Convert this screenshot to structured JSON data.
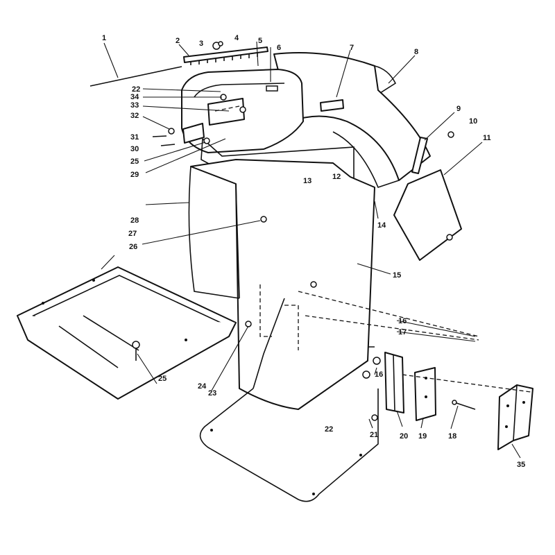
{
  "diagram": {
    "callouts": [
      {
        "id": "c1",
        "label": "1"
      },
      {
        "id": "c2",
        "label": "2"
      },
      {
        "id": "c3",
        "label": "3"
      },
      {
        "id": "c4",
        "label": "4"
      },
      {
        "id": "c5",
        "label": "5"
      },
      {
        "id": "c6",
        "label": "6"
      },
      {
        "id": "c7",
        "label": "7"
      },
      {
        "id": "c8",
        "label": "8"
      },
      {
        "id": "c9",
        "label": "9"
      },
      {
        "id": "c10",
        "label": "10"
      },
      {
        "id": "c11",
        "label": "11"
      },
      {
        "id": "c12",
        "label": "12"
      },
      {
        "id": "c13",
        "label": "13"
      },
      {
        "id": "c14",
        "label": "14"
      },
      {
        "id": "c15",
        "label": "15"
      },
      {
        "id": "c16a",
        "label": "16"
      },
      {
        "id": "c16b",
        "label": "16"
      },
      {
        "id": "c17",
        "label": "17"
      },
      {
        "id": "c18",
        "label": "18"
      },
      {
        "id": "c19",
        "label": "19"
      },
      {
        "id": "c20",
        "label": "20"
      },
      {
        "id": "c21",
        "label": "21"
      },
      {
        "id": "c22a",
        "label": "22"
      },
      {
        "id": "c22b",
        "label": "22"
      },
      {
        "id": "c23",
        "label": "23"
      },
      {
        "id": "c24",
        "label": "24"
      },
      {
        "id": "c25a",
        "label": "25"
      },
      {
        "id": "c25b",
        "label": "25"
      },
      {
        "id": "c26",
        "label": "26"
      },
      {
        "id": "c27",
        "label": "27"
      },
      {
        "id": "c28",
        "label": "28"
      },
      {
        "id": "c29",
        "label": "29"
      },
      {
        "id": "c30",
        "label": "30"
      },
      {
        "id": "c31",
        "label": "31"
      },
      {
        "id": "c32",
        "label": "32"
      },
      {
        "id": "c33",
        "label": "33"
      },
      {
        "id": "c34",
        "label": "34"
      },
      {
        "id": "c35",
        "label": "35"
      }
    ]
  }
}
